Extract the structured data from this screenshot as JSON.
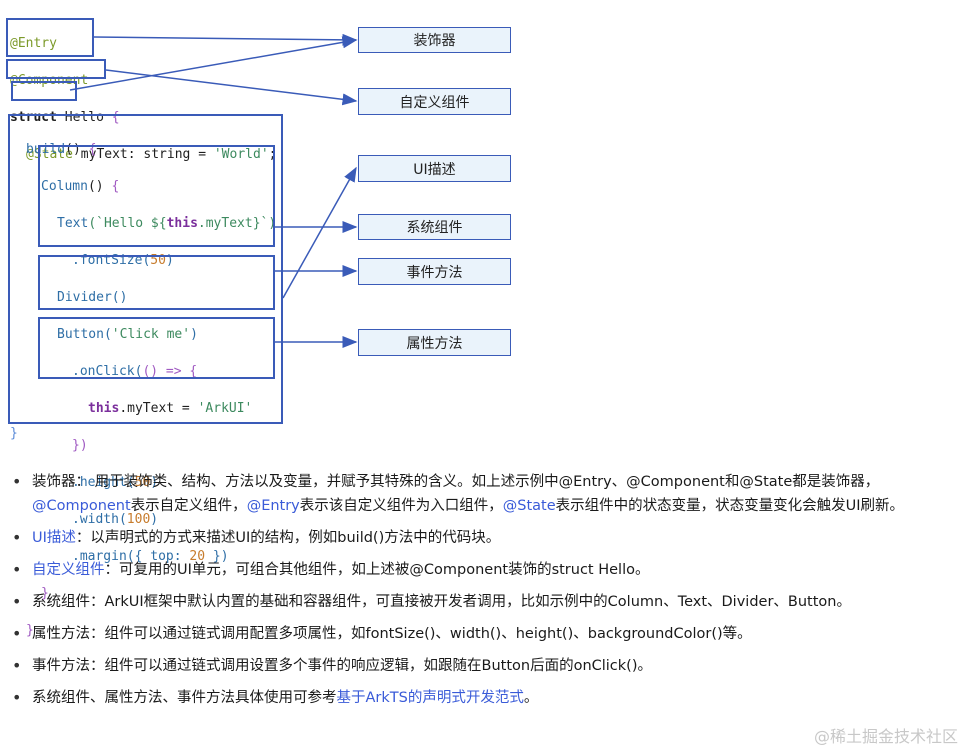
{
  "code_lines": {
    "l1": "@Entry",
    "l2": "@Component",
    "l3a": "struct",
    "l3b": " Hello ",
    "l3c": "{",
    "l4a": "@State",
    "l4b": " myText: string = ",
    "l4c": "'World'",
    "l4d": ";",
    "l5a": "build",
    "l5b": "() ",
    "l5c": "{",
    "l6a": "Column",
    "l6b": "() ",
    "l6c": "{",
    "l7a": "Text",
    "l7b": "(`Hello ${",
    "l7c": "this",
    "l7d": ".myText}`)",
    "l8a": ".fontSize(",
    "l8b": "50",
    "l8c": ")",
    "l9": "Divider()",
    "l10a": "Button(",
    "l10b": "'Click me'",
    "l10c": ")",
    "l11a": ".onClick(",
    "l11b": "() => {",
    "l12a": "this",
    "l12b": ".myText = ",
    "l12c": "'ArkUI'",
    "l13": "})",
    "l14a": ".height(",
    "l14b": "50",
    "l14c": ")",
    "l15a": ".width(",
    "l15b": "100",
    "l15c": ")",
    "l16a": ".margin({ top: ",
    "l16b": "20",
    "l16c": " })",
    "l17": "}",
    "l18": "}",
    "l19": "}"
  },
  "labels": {
    "decorator": "装饰器",
    "custom_component": "自定义组件",
    "ui_desc": "UI描述",
    "system_component": "系统组件",
    "event_method": "事件方法",
    "attribute_method": "属性方法"
  },
  "notes": {
    "n1_a": "装饰器： 用于装饰类、结构、方法以及变量，并赋予其特殊的含义。如上述示例中@Entry、@Component和@State都是装饰器，",
    "n1_link1": "@Component",
    "n1_b": "表示自定义组件，",
    "n1_link2": "@Entry",
    "n1_c": "表示该自定义组件为入口组件，",
    "n1_link3": "@State",
    "n1_d": "表示组件中的状态变量，状态变量变化会触发UI刷新。",
    "n2_link": "UI描述",
    "n2_text": "：以声明式的方式来描述UI的结构，例如build()方法中的代码块。",
    "n3_link": "自定义组件",
    "n3_text": "：可复用的UI单元，可组合其他组件，如上述被@Component装饰的struct Hello。",
    "n4": "系统组件：ArkUI框架中默认内置的基础和容器组件，可直接被开发者调用，比如示例中的Column、Text、Divider、Button。",
    "n5": "属性方法：组件可以通过链式调用配置多项属性，如fontSize()、width()、height()、backgroundColor()等。",
    "n6": "事件方法：组件可以通过链式调用设置多个事件的响应逻辑，如跟随在Button后面的onClick()。",
    "n7_text": "系统组件、属性方法、事件方法具体使用可参考",
    "n7_link": "基于ArkTS的声明式开发范式",
    "n7_end": "。"
  },
  "watermark": "@稀土掘金技术社区",
  "colors": {
    "accent": "#3a5bb8",
    "label_bg": "#eaf3fb",
    "link": "#3a5bd8"
  }
}
